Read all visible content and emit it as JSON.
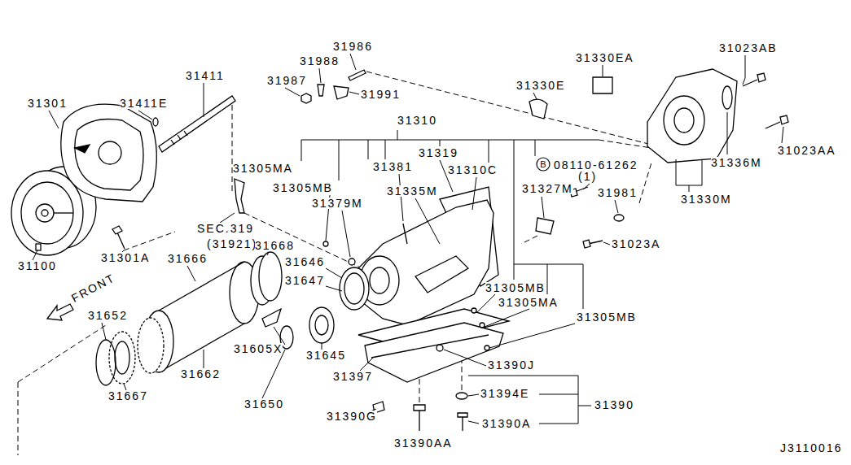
{
  "diagram": {
    "labels": [
      "31986",
      "31988",
      "31987",
      "31991",
      "31330EA",
      "31023AB",
      "31411",
      "31330E",
      "31301",
      "31411E",
      "31310",
      "31319",
      "31336M",
      "31023AA",
      "B",
      "08110-61262",
      "(1)",
      "31305MA",
      "31381",
      "31310C",
      "31305MB",
      "31335M",
      "31327M",
      "31981",
      "31330M",
      "31379M",
      "SEC.319",
      "(31921)",
      "31668",
      "31023A",
      "31666",
      "31301A",
      "31646",
      "31100",
      "31647",
      "31305MB",
      "FRONT",
      "31305MA",
      "31652",
      "31305MB",
      "31605X",
      "31645",
      "31390J",
      "31662",
      "31397",
      "31394E",
      "31667",
      "31390",
      "31650",
      "31390G",
      "31390A",
      "31390AA",
      "J3110016"
    ]
  }
}
